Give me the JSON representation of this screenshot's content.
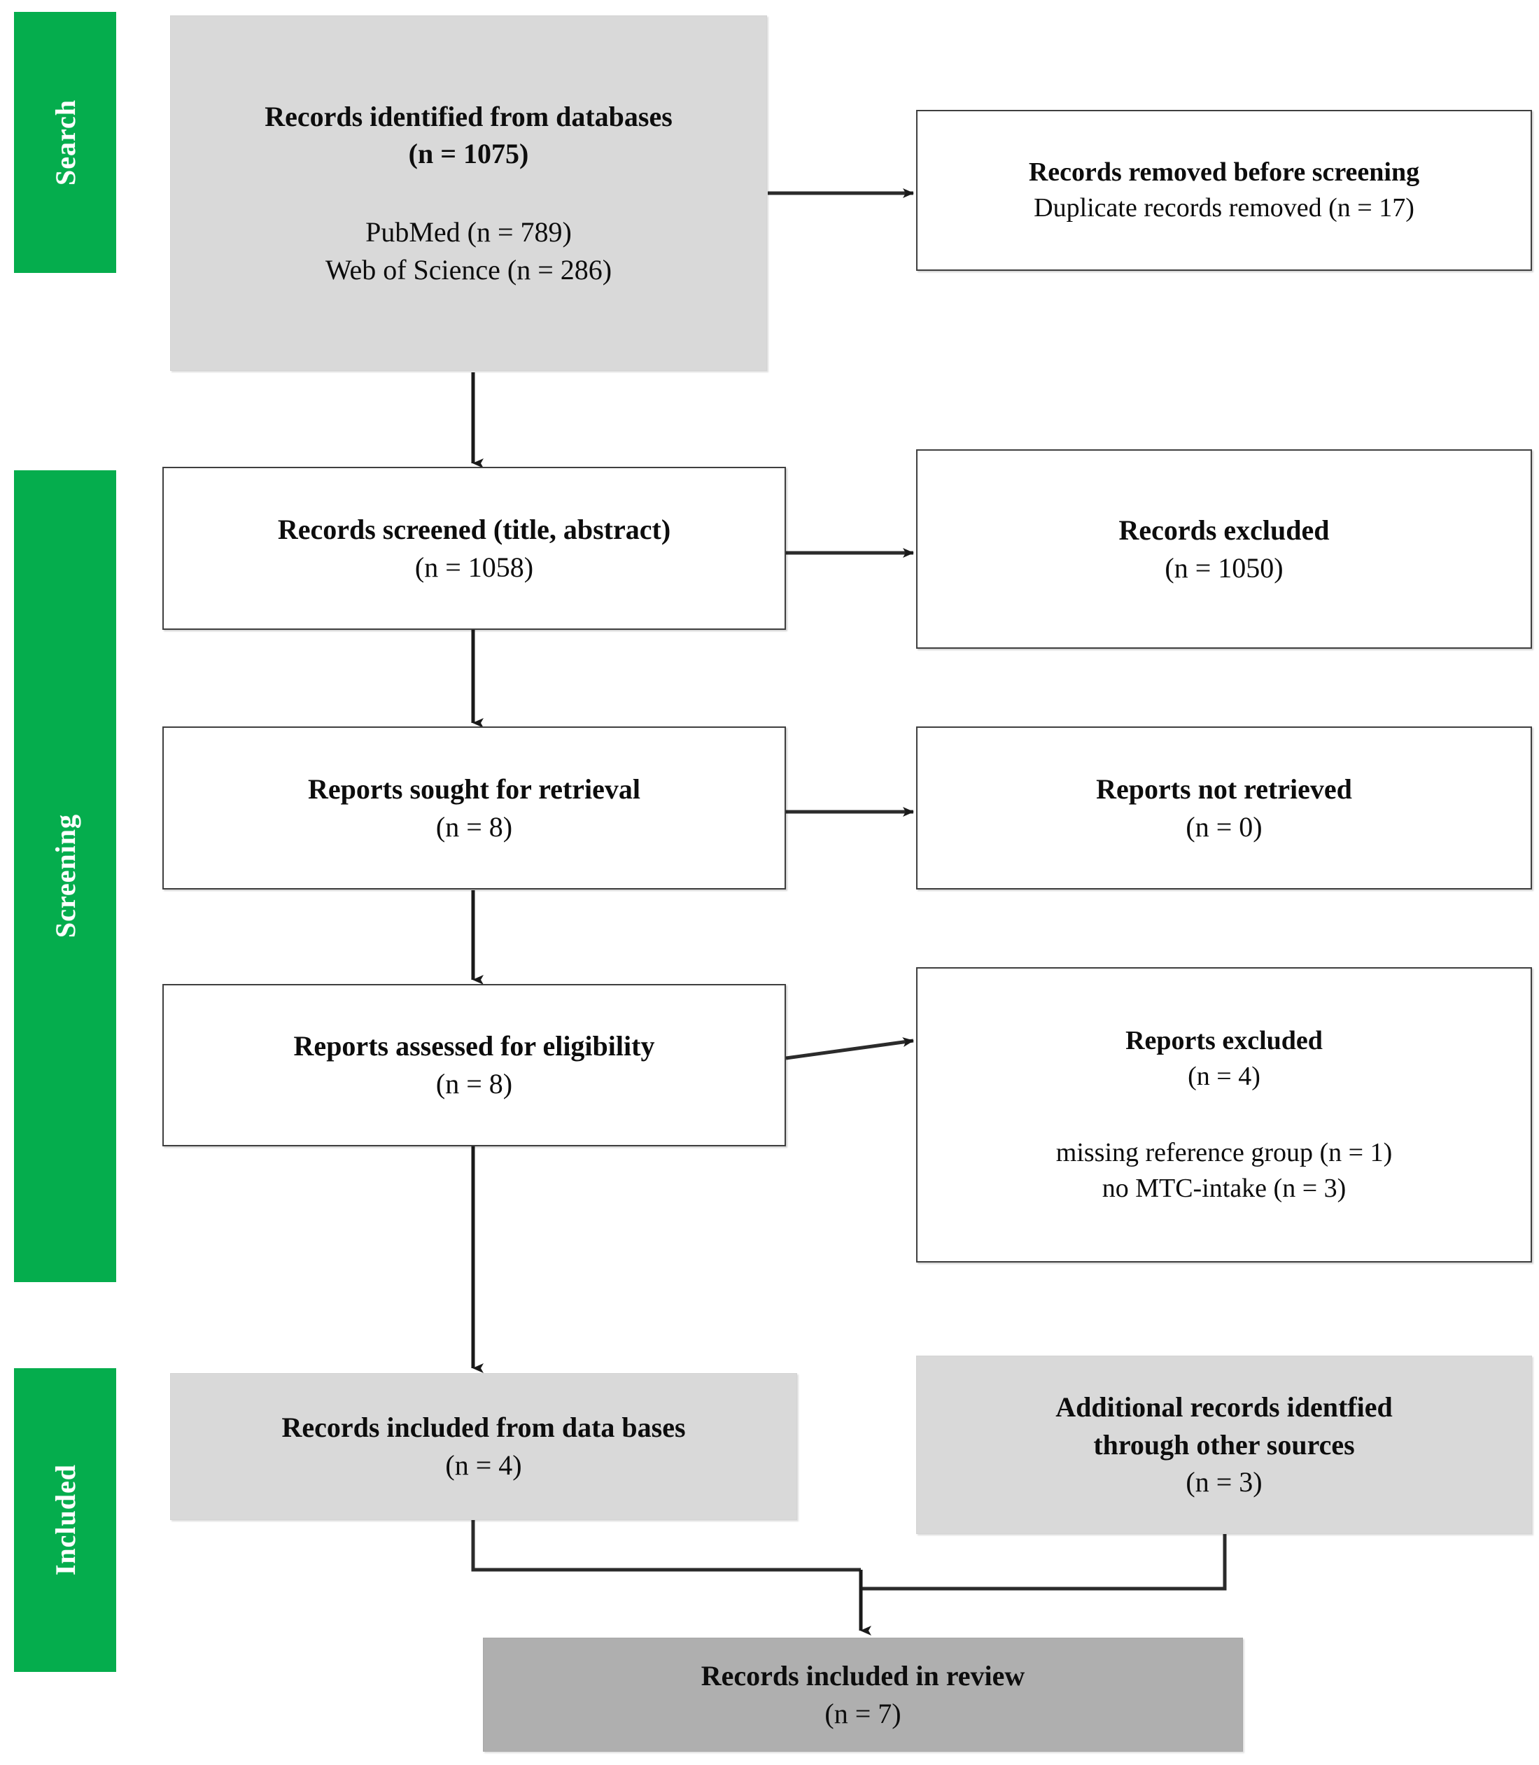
{
  "diagram": {
    "title": "PRISMA flow diagram",
    "type": "flowchart",
    "colors": {
      "stage_bar_green": "#05ad4d",
      "box_grey_light": "#d9d9d9",
      "box_grey_dark": "#afafaf",
      "box_outline": "#3f3f3f",
      "connector": "#2b2b2b",
      "text": "#0d0d0d"
    }
  },
  "stages": [
    {
      "id": "search",
      "label": "Search"
    },
    {
      "id": "screening",
      "label": "Screening"
    },
    {
      "id": "included",
      "label": "Included"
    }
  ],
  "nodes": {
    "identified": {
      "style": "grey-light",
      "lines": [
        {
          "text": "Records identified from databases",
          "bold": true
        },
        {
          "text": "(n = 1075)",
          "bold": true
        },
        {
          "text": "PubMed (n = 789)",
          "bold": false,
          "spacer": "large"
        },
        {
          "text": "Web of Science (n = 286)",
          "bold": false
        }
      ]
    },
    "removed_before_screening": {
      "style": "outlined",
      "lines": [
        {
          "text": "Records removed before screening",
          "bold": true
        },
        {
          "text": "Duplicate records removed  (n = 17)",
          "bold": false
        }
      ]
    },
    "screened": {
      "style": "outlined",
      "lines": [
        {
          "text": "Records screened (title, abstract)",
          "bold": true
        },
        {
          "text": "(n = 1058)",
          "bold": false
        }
      ]
    },
    "records_excluded": {
      "style": "outlined",
      "lines": [
        {
          "text": "Records excluded",
          "bold": true
        },
        {
          "text": "(n = 1050)",
          "bold": false
        }
      ]
    },
    "sought_retrieval": {
      "style": "outlined",
      "lines": [
        {
          "text": "Reports sought for retrieval",
          "bold": true
        },
        {
          "text": "(n = 8)",
          "bold": false
        }
      ]
    },
    "not_retrieved": {
      "style": "outlined",
      "lines": [
        {
          "text": "Reports not retrieved",
          "bold": true
        },
        {
          "text": "(n = 0)",
          "bold": false
        }
      ]
    },
    "assessed_eligibility": {
      "style": "outlined",
      "lines": [
        {
          "text": "Reports assessed for eligibility",
          "bold": true
        },
        {
          "text": "(n = 8)",
          "bold": false
        }
      ]
    },
    "reports_excluded": {
      "style": "outlined",
      "lines": [
        {
          "text": "Reports excluded",
          "bold": true
        },
        {
          "text": "(n = 4)",
          "bold": false
        },
        {
          "text": "missing reference group (n = 1)",
          "bold": false,
          "spacer": "large"
        },
        {
          "text": "no MTC-intake (n = 3)",
          "bold": false
        }
      ]
    },
    "included_from_databases": {
      "style": "grey-light",
      "lines": [
        {
          "text": "Records included from data bases",
          "bold": true
        },
        {
          "text": "(n = 4)",
          "bold": false
        }
      ]
    },
    "additional_other_sources": {
      "style": "grey-light",
      "lines": [
        {
          "text": "Additional records identfied",
          "bold": true
        },
        {
          "text": "through other sources",
          "bold": true
        },
        {
          "text": "(n = 3)",
          "bold": false
        }
      ]
    },
    "included_in_review": {
      "style": "grey-dark",
      "lines": [
        {
          "text": "Records included in review",
          "bold": true
        },
        {
          "text": "(n = 7)",
          "bold": false
        }
      ]
    }
  },
  "chart_data": {
    "type": "flowchart",
    "title": "PRISMA flow diagram",
    "stage_labels": [
      "Search",
      "Screening",
      "Included"
    ],
    "counts": {
      "records_identified_total": 1075,
      "pubmed": 789,
      "web_of_science": 286,
      "duplicates_removed": 17,
      "records_screened": 1058,
      "records_excluded": 1050,
      "reports_sought_for_retrieval": 8,
      "reports_not_retrieved": 0,
      "reports_assessed_for_eligibility": 8,
      "reports_excluded": 4,
      "excluded_missing_reference_group": 1,
      "excluded_no_mtc_intake": 3,
      "records_included_from_databases": 4,
      "additional_records_other_sources": 3,
      "records_included_in_review": 7
    }
  }
}
